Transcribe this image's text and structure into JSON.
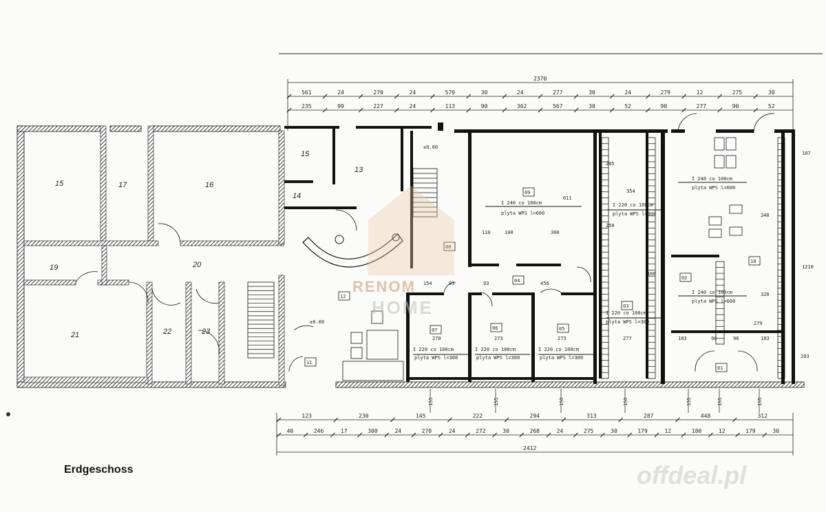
{
  "caption": "Erdgeschoss",
  "watermark": {
    "brand_line1": "RENOM",
    "brand_line2": "HOME",
    "site": "offdeal.pl",
    "brand_color": "#c8965f"
  },
  "rooms": [
    "15",
    "17",
    "16",
    "15",
    "13",
    "14",
    "19",
    "20",
    "21",
    "22",
    "23",
    "09",
    "08",
    "07",
    "06",
    "05",
    "04",
    "03",
    "02",
    "01",
    "10",
    "11",
    "12"
  ],
  "top_dims": {
    "overall": "2370",
    "row1": [
      "561",
      "24",
      "270",
      "24",
      "570",
      "30",
      "24",
      "277",
      "30",
      "24",
      "279",
      "12",
      "275",
      "30"
    ],
    "row2": [
      "235",
      "99",
      "227",
      "24",
      "113",
      "90",
      "362",
      "567",
      "30",
      "52",
      "90",
      "277",
      "90",
      "52"
    ]
  },
  "bottom_dims": {
    "row1": [
      "123",
      "230",
      "145",
      "222",
      "294",
      "313",
      "287",
      "448",
      "312"
    ],
    "row2": [
      "40",
      "246",
      "17",
      "300",
      "24",
      "270",
      "24",
      "272",
      "30",
      "268",
      "24",
      "275",
      "30",
      "179",
      "12",
      "180",
      "12",
      "179",
      "30"
    ],
    "overall": "2412"
  },
  "notes": {
    "beam09": "I 240 co 100cm",
    "slab09": "plyta WPS l=600",
    "beam_a": "I 220 co 100cm",
    "slab_a": "plyta WPS l=300",
    "beam_r": "I 240 co 100cm",
    "slab_r": "plyta WPS l=600",
    "level1": "±0.00",
    "level2": "±0.00",
    "win": "155"
  },
  "interior_dims": [
    "110",
    "100",
    "360",
    "611",
    "154",
    "93",
    "93",
    "456",
    "270",
    "273",
    "273",
    "277",
    "183",
    "96",
    "96",
    "183",
    "279",
    "205",
    "354",
    "250",
    "166",
    "320",
    "340",
    "1210",
    "203",
    "187"
  ]
}
